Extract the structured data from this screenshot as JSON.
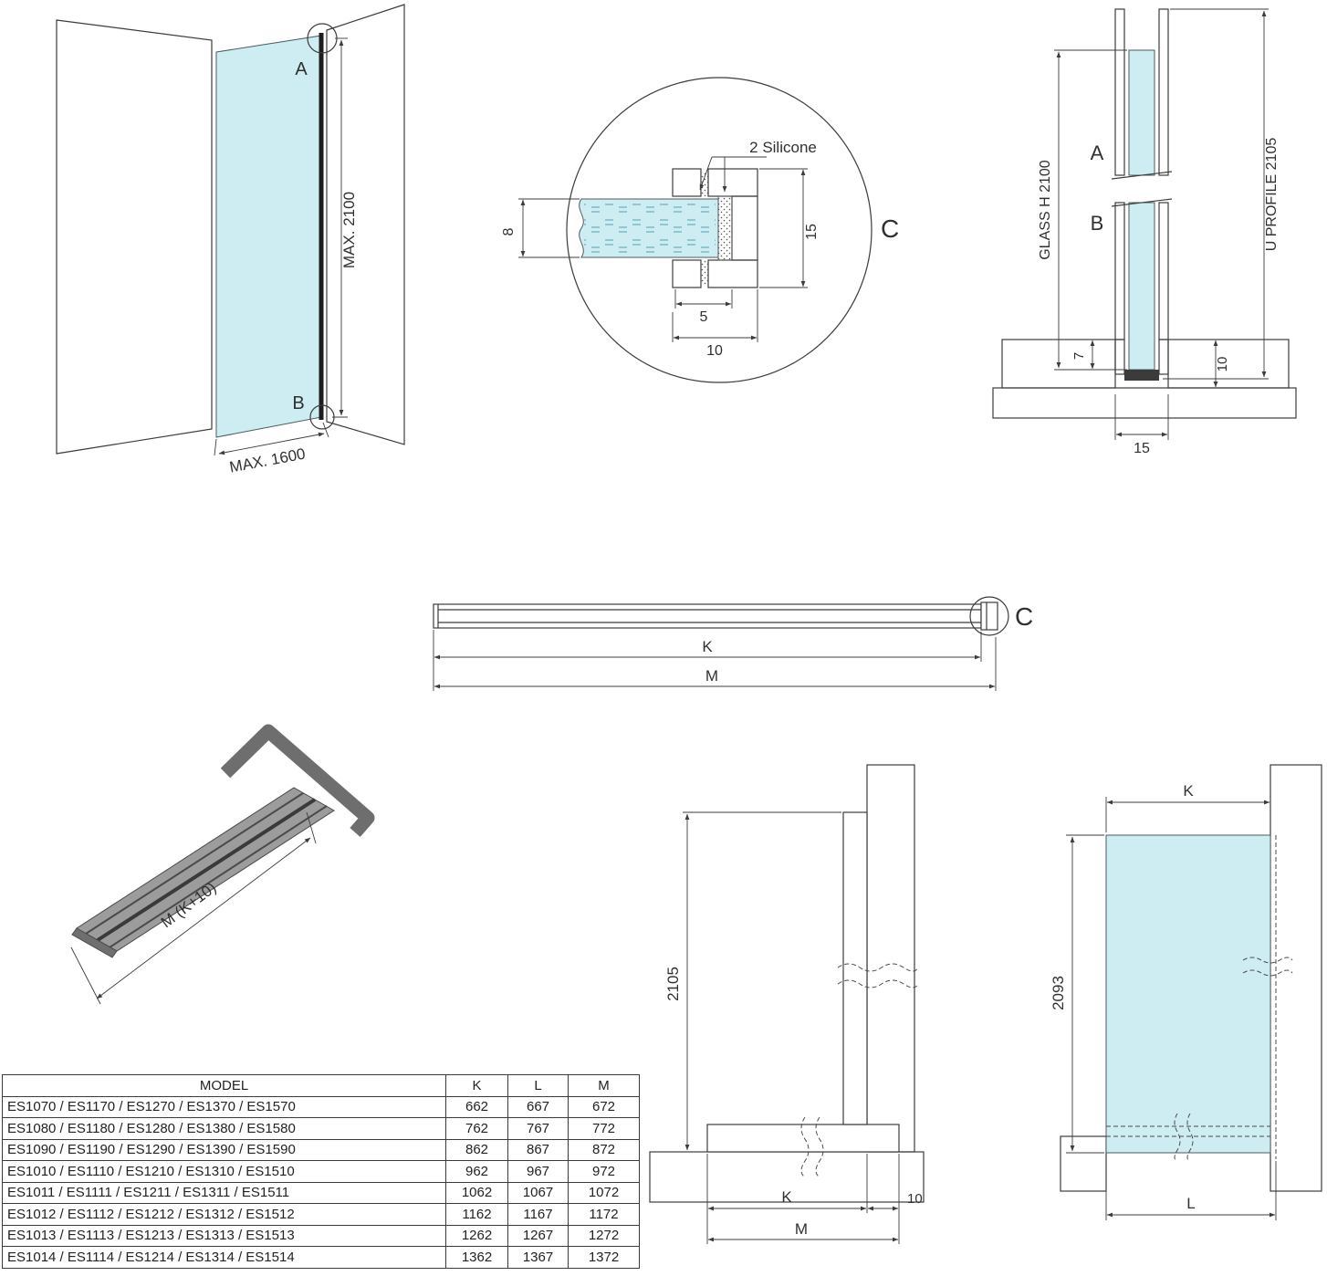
{
  "colors": {
    "glass": "#cdedf3",
    "line": "#3c3c3c",
    "profile_gray": "#9c9c9c",
    "bracket_gray": "#6e6e6e"
  },
  "iso_view": {
    "point_a": "A",
    "point_b": "B",
    "max_height": "MAX. 2100",
    "max_width": "MAX. 1600"
  },
  "detail_c": {
    "label": "C",
    "silicone": "2 Silicone",
    "glass_thickness": "8",
    "profile_height": "15",
    "inner_depth": "5",
    "outer_depth": "10"
  },
  "section_view": {
    "point_a": "A",
    "point_b": "B",
    "glass_height": "GLASS H 2100",
    "profile_length": "U PROFILE 2105",
    "dim_7": "7",
    "dim_10": "10",
    "dim_15": "15"
  },
  "plan_view": {
    "label_c": "C",
    "dim_k": "K",
    "dim_m": "M"
  },
  "profile_iso": {
    "dim": "M (K+10)"
  },
  "elevation": {
    "dim_height": "2105",
    "dim_k": "K",
    "dim_10": "10",
    "dim_m": "M"
  },
  "glass_view": {
    "dim_k": "K",
    "dim_height": "2093",
    "dim_l": "L"
  },
  "table": {
    "headers": {
      "model": "MODEL",
      "k": "K",
      "l": "L",
      "m": "M"
    },
    "rows": [
      {
        "model": "ES1070 / ES1170 / ES1270 / ES1370 / ES1570",
        "k": "662",
        "l": "667",
        "m": "672"
      },
      {
        "model": "ES1080 / ES1180 / ES1280 / ES1380 / ES1580",
        "k": "762",
        "l": "767",
        "m": "772"
      },
      {
        "model": "ES1090 / ES1190 / ES1290 / ES1390 / ES1590",
        "k": "862",
        "l": "867",
        "m": "872"
      },
      {
        "model": "ES1010 / ES1110 / ES1210 / ES1310 / ES1510",
        "k": "962",
        "l": "967",
        "m": "972"
      },
      {
        "model": "ES1011 / ES1111 / ES1211 / ES1311 / ES1511",
        "k": "1062",
        "l": "1067",
        "m": "1072"
      },
      {
        "model": "ES1012 / ES1112 / ES1212 / ES1312 / ES1512",
        "k": "1162",
        "l": "1167",
        "m": "1172"
      },
      {
        "model": "ES1013 / ES1113 / ES1213 / ES1313 / ES1513",
        "k": "1262",
        "l": "1267",
        "m": "1272"
      },
      {
        "model": "ES1014 / ES1114 / ES1214 / ES1314 / ES1514",
        "k": "1362",
        "l": "1367",
        "m": "1372"
      }
    ]
  }
}
